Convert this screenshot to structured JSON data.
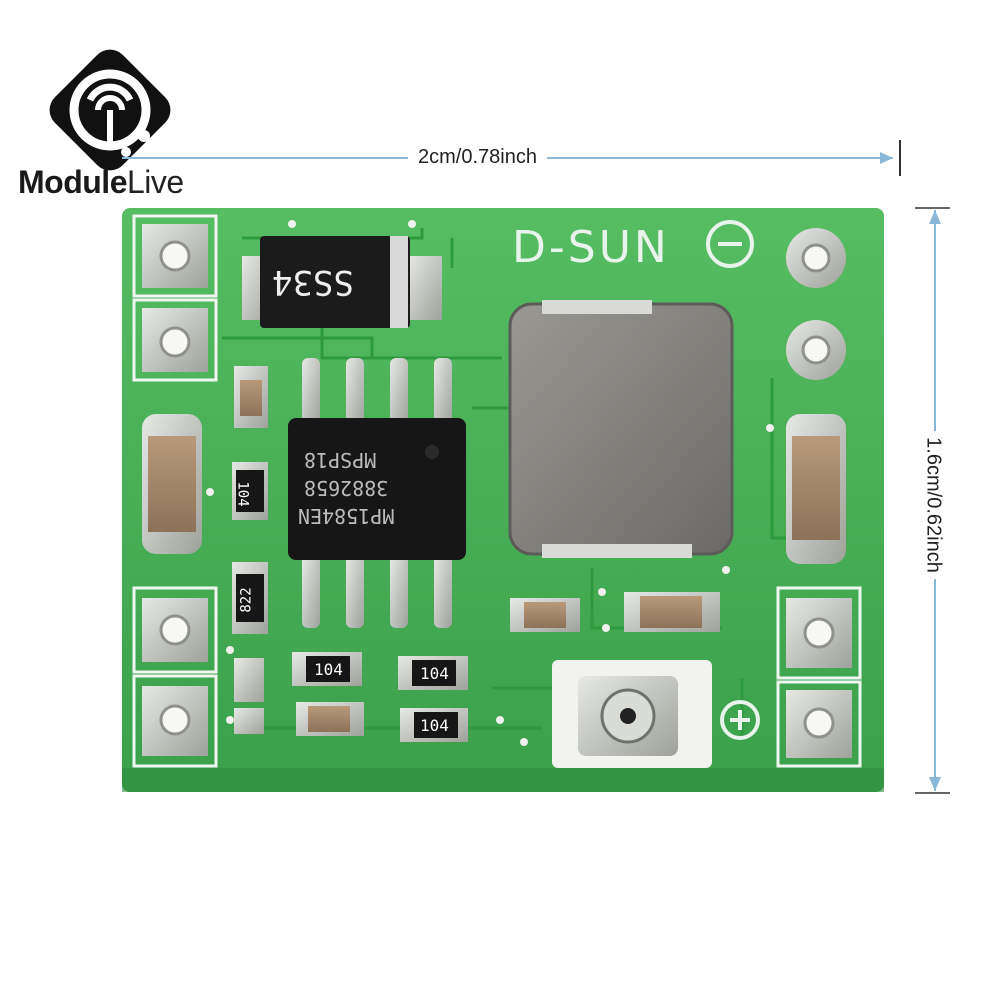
{
  "brand": {
    "part1": "Module",
    "part2": "Live"
  },
  "dimensions": {
    "width_label": "2cm/0.78inch",
    "height_label": "1.6cm/0.62inch"
  },
  "board": {
    "silkscreen": "D-SUN",
    "diode_marking": "SS34",
    "ic_marking_1": "MPSP18",
    "ic_marking_2": "3882658",
    "ic_marking_3": "MP1584EN",
    "resistor_104": "104",
    "resistor_822": "822"
  },
  "colors": {
    "pcb_green": "#3fae4e",
    "pcb_light": "#5cc46a",
    "pad_silver": "#c9ccc6",
    "inductor": "#7d7c78"
  },
  "icons": [
    "module-live-logo-icon",
    "minus-icon",
    "plus-icon"
  ]
}
